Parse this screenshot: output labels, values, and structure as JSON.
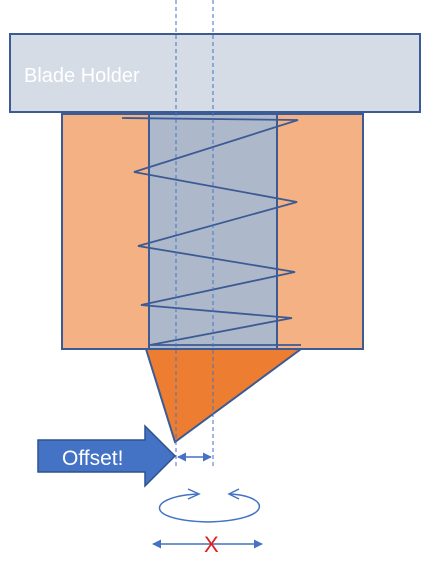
{
  "labels": {
    "blade_holder": "Blade Holder",
    "offset": "Offset!",
    "x_mark": "X"
  },
  "colors": {
    "holder_fill": "#d5dce6",
    "holder_stroke": "#3c5a93",
    "body_fill": "#f4b183",
    "shaft_fill": "#adb9ca",
    "blade_fill": "#ed7d31",
    "arrow_fill": "#4472c4",
    "line_blue": "#4472c4",
    "x_red": "#e0201b"
  },
  "icons": {
    "spring": "spring-coil-icon",
    "rotation": "rotation-arrows-icon",
    "offset_arrow": "right-arrow-icon"
  }
}
